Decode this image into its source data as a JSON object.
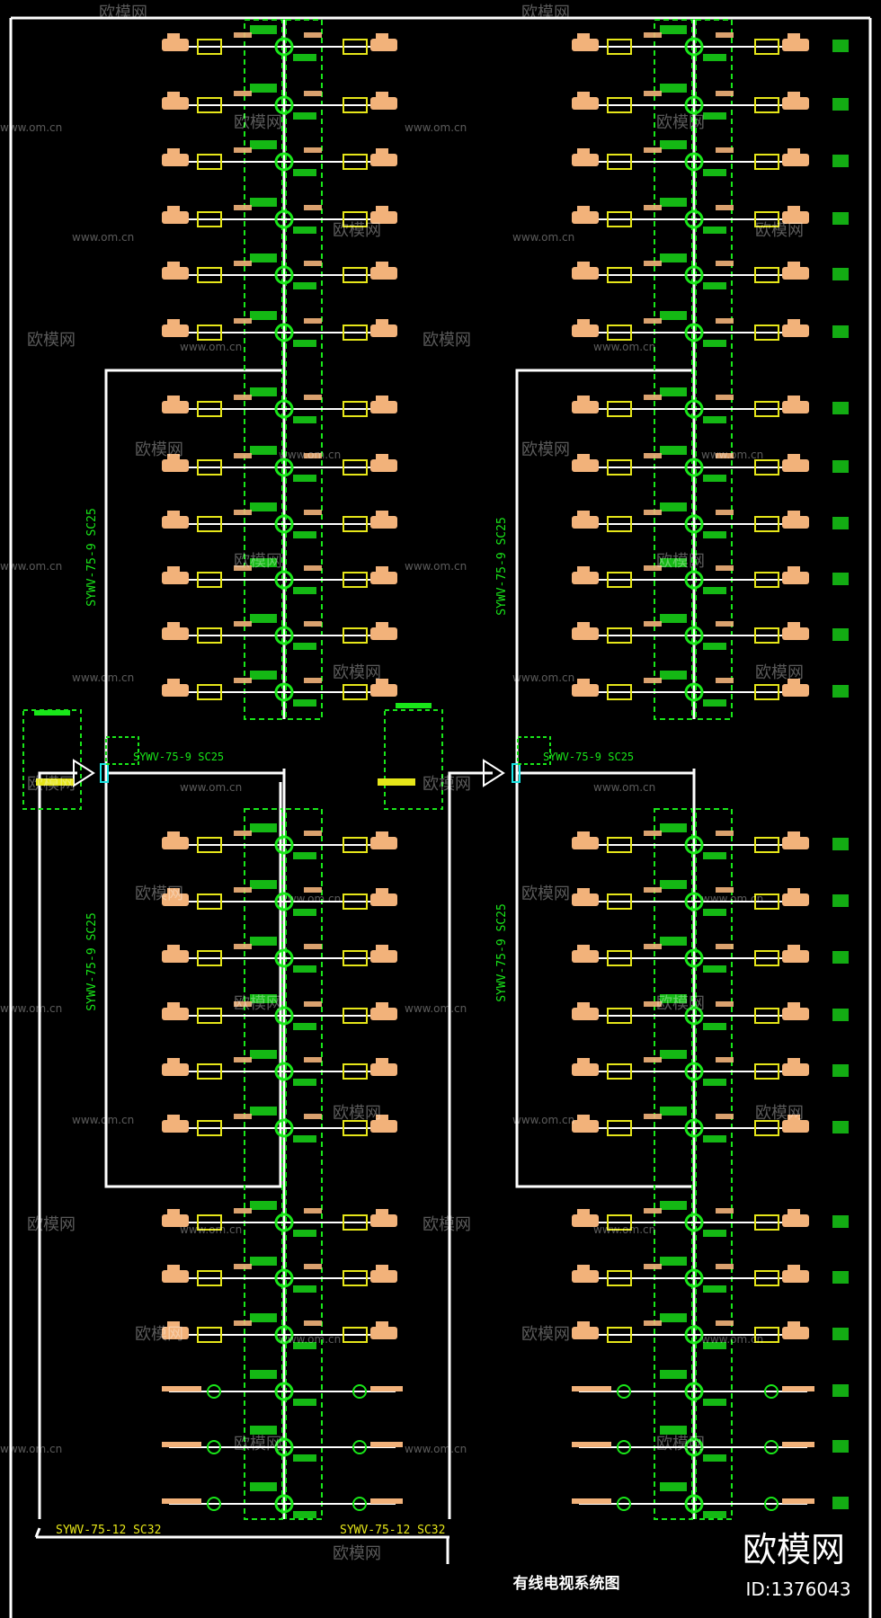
{
  "diagram": {
    "title": "有线电视系统图",
    "bottom_cable_left": "SYWV-75-12 SC32",
    "bottom_cable_right": "SYWV-75-12 SC32",
    "left_riser_upper_label": "SYWV-75-9 SC25",
    "left_riser_lower_label": "SYWV-75-9 SC25",
    "right_riser_upper_label": "SYWV-75-9 SC25",
    "right_riser_lower_label": "SYWV-75-9 SC25",
    "left_amp_label": "SYWV-75-9 SC25",
    "right_amp_label": "SYWV-75-9 SC25",
    "colors": {
      "background": "#000000",
      "trunk": "#ffffff",
      "enclosure": "#19e619",
      "tap_box": "#e6e619",
      "outlet": "#f2b27a",
      "tap_circle": "#19e619",
      "amp_box": "#19e6e6"
    }
  },
  "watermark": {
    "brand": "欧模网",
    "site": "www.om.cn",
    "id": "ID:1376043"
  }
}
